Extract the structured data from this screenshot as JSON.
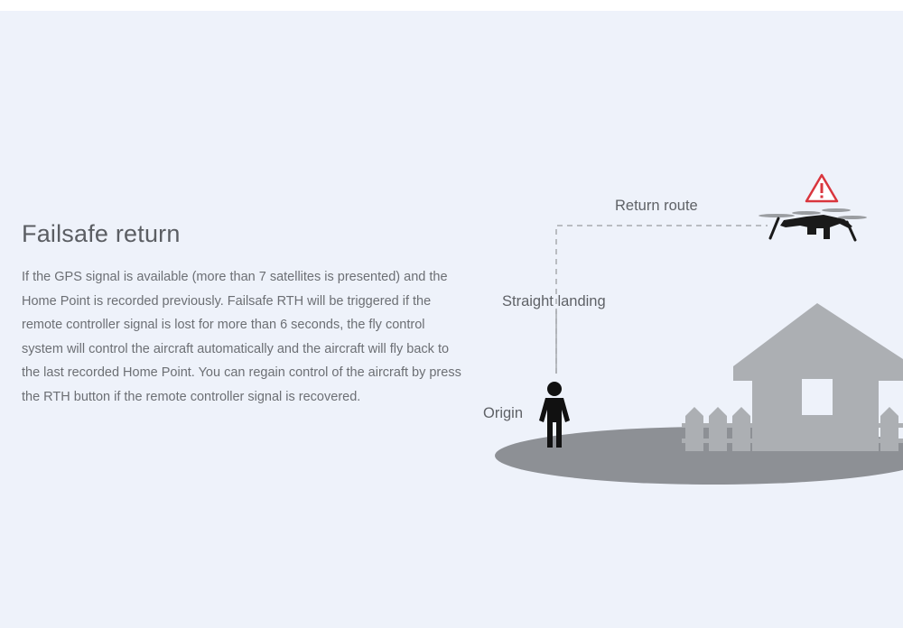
{
  "heading": "Failsafe return",
  "description": "If the GPS signal is available (more than 7 satellites is presented) and the Home Point is recorded previously. Failsafe RTH will be triggered if the remote controller signal is lost for more than 6 seconds, the fly control system will control the aircraft automatically and the aircraft will fly back to the last recorded Home Point. You can regain control of the aircraft by press the RTH button if the remote controller signal is recovered.",
  "diagram": {
    "return_route_label": "Return route",
    "straight_landing_label": "Straight landing",
    "origin_label": "Origin",
    "warning_icon": "warning-triangle-icon",
    "drone_icon": "drone-icon",
    "person_icon": "person-icon",
    "house_icon": "house-icon",
    "fence_icon": "fence-icon"
  },
  "colors": {
    "background": "#eef2fa",
    "text": "#6c6f74",
    "warning": "#d9363e",
    "house": "#acafb3",
    "ground": "#8d9095",
    "route_line": "#a7aaae"
  }
}
